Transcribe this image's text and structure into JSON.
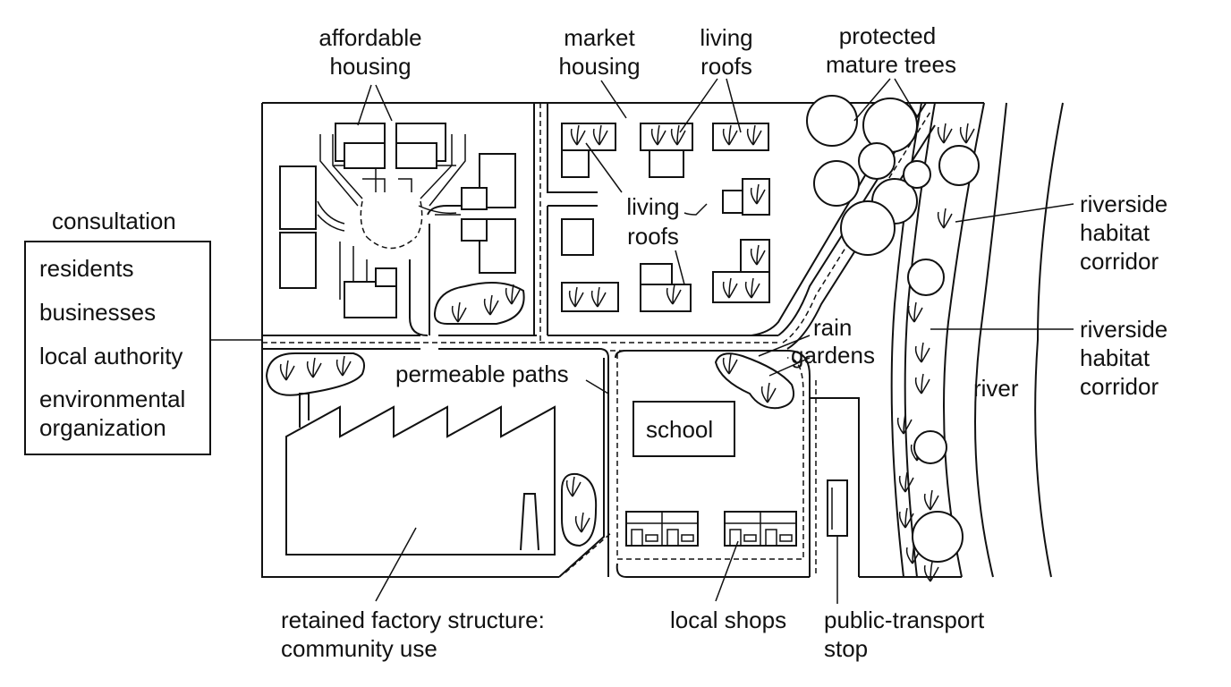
{
  "labels": {
    "affordable_housing": [
      "affordable",
      "housing"
    ],
    "market_housing": [
      "market",
      "housing"
    ],
    "living_roofs_top": [
      "living",
      "roofs"
    ],
    "living_roofs_mid": [
      "living",
      "roofs"
    ],
    "protected_trees": [
      "protected",
      "mature trees"
    ],
    "riverside_1": [
      "riverside",
      "habitat",
      "corridor"
    ],
    "riverside_2": [
      "riverside",
      "habitat",
      "corridor"
    ],
    "river": "river",
    "rain_gardens": [
      "rain",
      "gardens"
    ],
    "permeable_paths": "permeable paths",
    "school": "school",
    "factory": [
      "retained factory structure:",
      "community use"
    ],
    "local_shops": "local shops",
    "transport_stop": [
      "public-transport",
      "stop"
    ]
  },
  "consultation": {
    "title": "consultation",
    "items": [
      "residents",
      "businesses",
      "local authority",
      "environmental",
      "organization"
    ]
  },
  "colors": {
    "ink": "#111111",
    "paper": "#ffffff"
  },
  "icons": [
    "plant-icon",
    "tree-icon",
    "building-icon",
    "shop-icon",
    "bus-stop-icon"
  ]
}
